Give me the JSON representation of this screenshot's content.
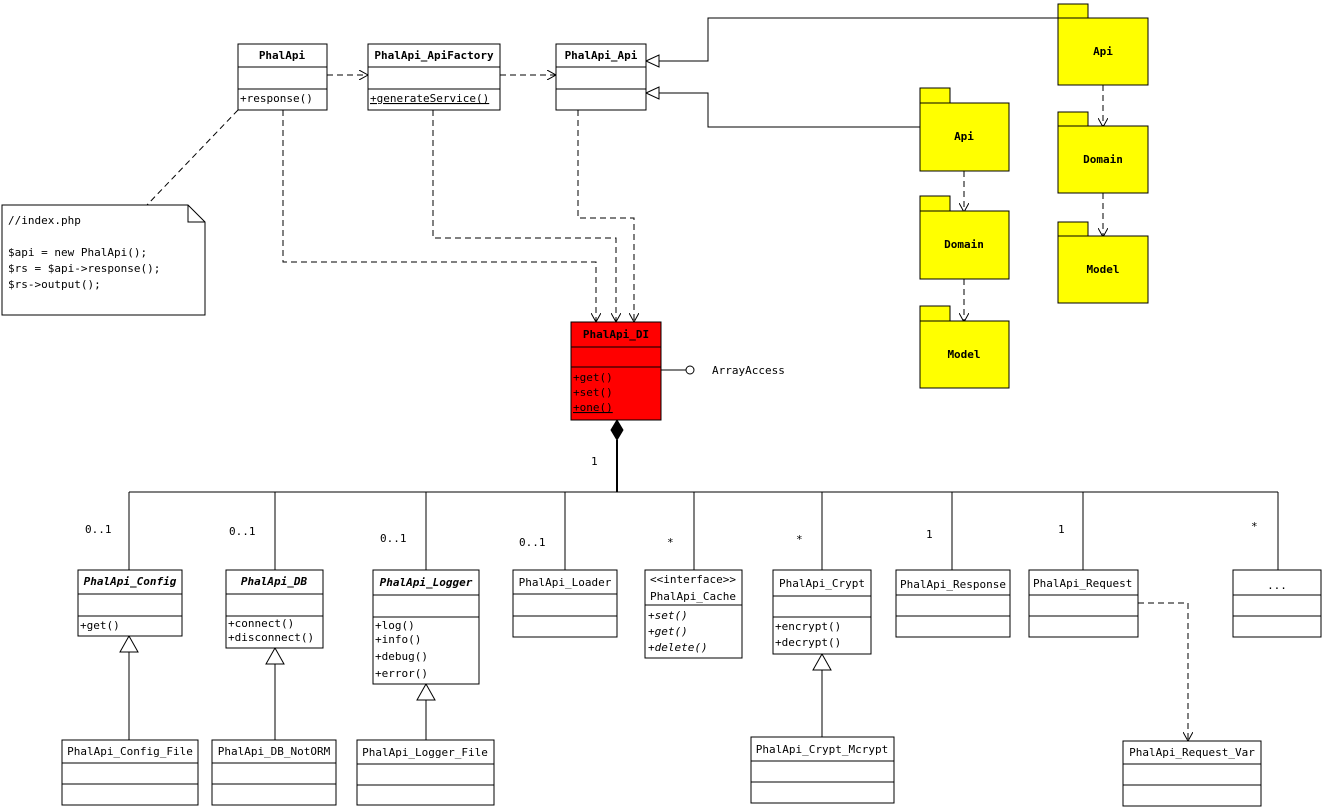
{
  "note": {
    "lines": [
      "//index.php",
      "",
      "$api = new PhalApi();",
      "$rs = $api->response();",
      "$rs->output();"
    ]
  },
  "classes": {
    "phalapi": {
      "name": "PhalApi",
      "ops": [
        "+response()"
      ]
    },
    "factory": {
      "name": "PhalApi_ApiFactory",
      "ops": [
        "+generateService()"
      ]
    },
    "api": {
      "name": "PhalApi_Api"
    },
    "di": {
      "name": "PhalApi_DI",
      "ops": [
        "+get()",
        "+set()",
        "+one()"
      ]
    },
    "config": {
      "name": "PhalApi_Config",
      "ops": [
        "+get()"
      ]
    },
    "db": {
      "name": "PhalApi_DB",
      "ops": [
        "+connect()",
        "+disconnect()"
      ]
    },
    "logger": {
      "name": "PhalApi_Logger",
      "ops": [
        "+log()",
        "+info()",
        "+debug()",
        "+error()"
      ]
    },
    "loader": {
      "name": "PhalApi_Loader"
    },
    "cache": {
      "stereotype": "<<interface>>",
      "name": "PhalApi_Cache",
      "ops": [
        "+set()",
        "+get()",
        "+delete()"
      ]
    },
    "crypt": {
      "name": "PhalApi_Crypt",
      "ops": [
        "+encrypt()",
        "+decrypt()"
      ]
    },
    "response": {
      "name": "PhalApi_Response"
    },
    "request": {
      "name": "PhalApi_Request"
    },
    "more": {
      "name": "..."
    },
    "config_file": {
      "name": "PhalApi_Config_File"
    },
    "db_notorm": {
      "name": "PhalApi_DB_NotORM"
    },
    "logger_file": {
      "name": "PhalApi_Logger_File"
    },
    "crypt_mcrypt": {
      "name": "PhalApi_Crypt_Mcrypt"
    },
    "request_var": {
      "name": "PhalApi_Request_Var"
    }
  },
  "interface_label": "ArrayAccess",
  "di_multiplicity": "1",
  "multiplicities": [
    "0..1",
    "0..1",
    "0..1",
    "0..1",
    "*",
    "*",
    "1",
    "1",
    "*"
  ],
  "packages": {
    "app1": [
      "Api",
      "Domain",
      "Model"
    ],
    "app2": [
      "Api",
      "Domain",
      "Model"
    ]
  },
  "colors": {
    "di_fill": "#ff0000",
    "package_fill": "#ffff00",
    "line": "#000000"
  }
}
